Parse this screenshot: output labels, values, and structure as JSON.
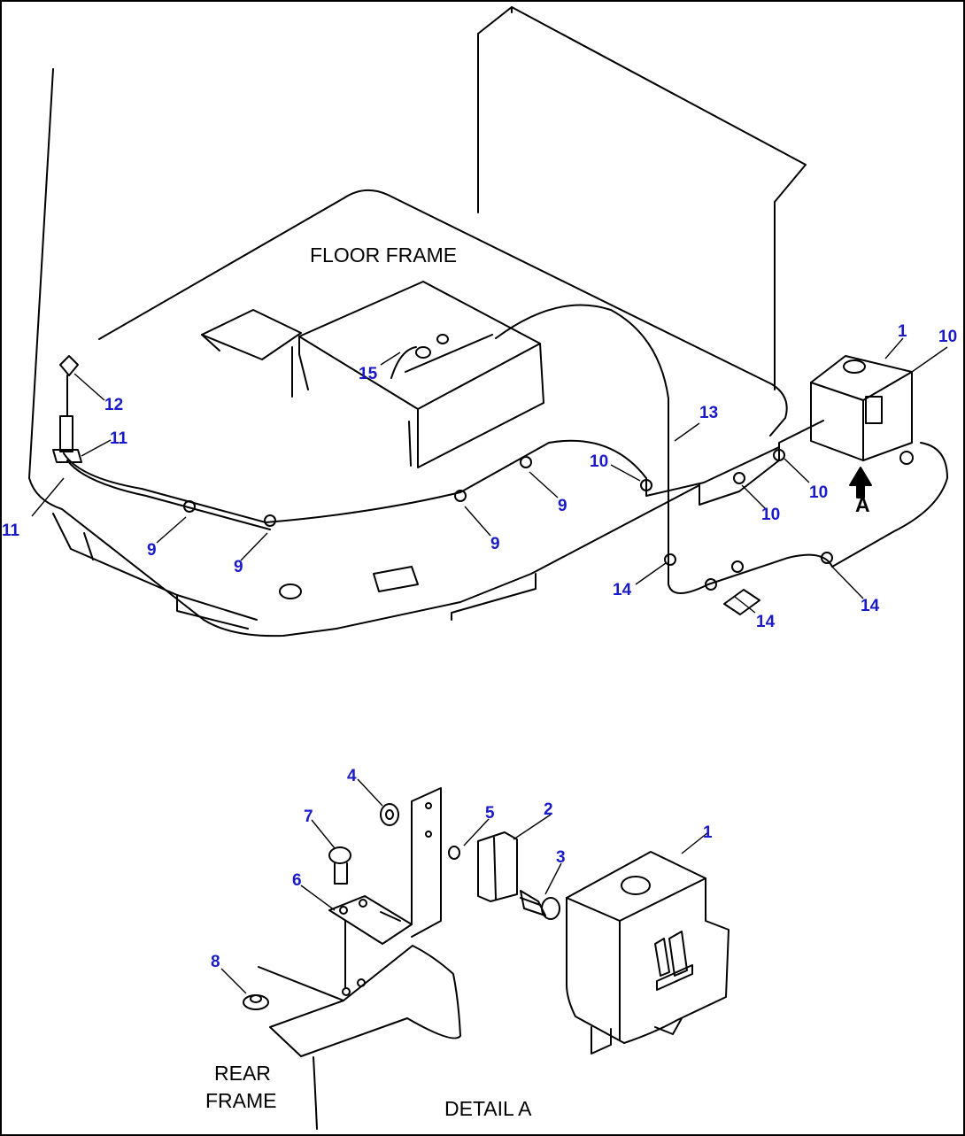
{
  "labels": {
    "floor_frame": "FLOOR FRAME",
    "rear": "REAR",
    "frame": "FRAME",
    "detail": "DETAIL A",
    "view_arrow": "A"
  },
  "colors": {
    "callout": "#1a1acc",
    "line": "#000000",
    "background": "#ffffff"
  },
  "callouts": {
    "c1_top": "1",
    "c10_tr": "10",
    "c12": "12",
    "c11_a": "11",
    "c11_b": "11",
    "c15": "15",
    "c13": "13",
    "c10_mid": "10",
    "c10_r1": "10",
    "c10_r2": "10",
    "c9_a": "9",
    "c9_b": "9",
    "c9_c": "9",
    "c9_d": "9",
    "c14_a": "14",
    "c14_b": "14",
    "c14_c": "14",
    "d4": "4",
    "d7": "7",
    "d6": "6",
    "d5": "5",
    "d2": "2",
    "d3": "3",
    "d1": "1",
    "d8": "8"
  }
}
